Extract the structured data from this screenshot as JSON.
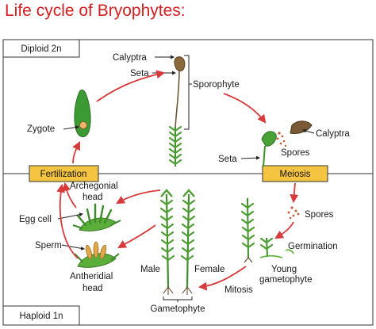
{
  "title": "Life cycle of Bryophytes:",
  "phases": {
    "diploid": "Diploid 2n",
    "haploid": "Haploid 1n"
  },
  "stages": {
    "fertilization": "Fertilization",
    "meiosis": "Meiosis"
  },
  "labels": {
    "calyptra_top": "Calyptra",
    "seta_top": "Seta",
    "sporophyte": "Sporophyte",
    "zygote": "Zygote",
    "calyptra_right": "Calyptra",
    "spores_right": "Spores",
    "seta_right": "Seta",
    "archegonial_head_1": "Archegonial",
    "archegonial_head_2": "head",
    "egg_cell": "Egg cell",
    "sperm": "Sperm",
    "antheridial_head_1": "Antheridial",
    "antheridial_head_2": "head",
    "male": "Male",
    "female": "Female",
    "gametophyte": "Gametophyte",
    "mitosis": "Mitosis",
    "young_gametophyte_1": "Young",
    "young_gametophyte_2": "gametophyte",
    "germination": "Germination",
    "spores_lower": "Spores"
  },
  "colors": {
    "title": "#d21f1f",
    "arrow": "#d63a3a",
    "stage_box_fill": "#f5c542",
    "plant_green": "#3f8f2a",
    "leaf_green": "#5cae3a"
  }
}
